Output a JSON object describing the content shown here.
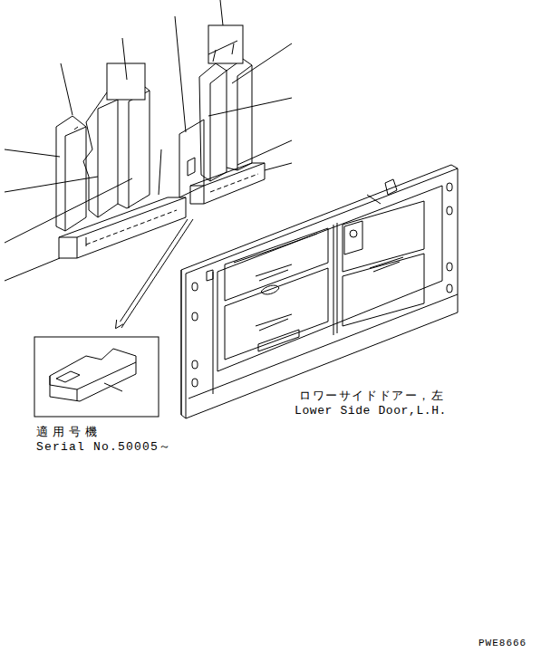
{
  "diagram": {
    "labels": [
      "ロワーサイドドアー，左",
      "Lower Side Door,L.H.",
      "適用号機",
      "Serial No.50005～",
      "PWE8666"
    ]
  }
}
